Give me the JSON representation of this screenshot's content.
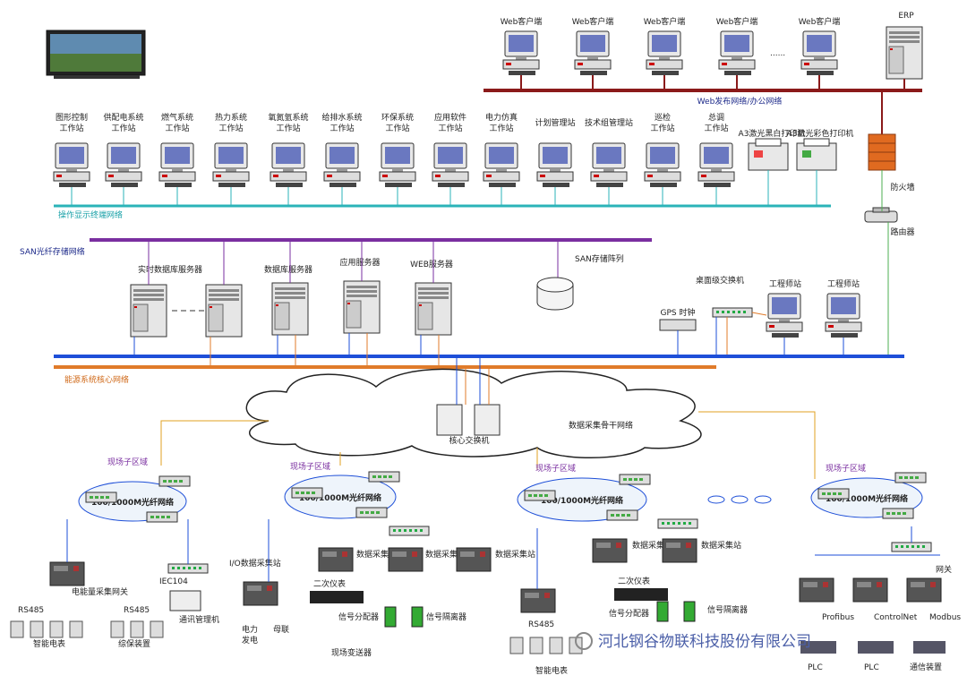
{
  "networks": {
    "web": "Web发布网络/办公网络",
    "operator": "操作显示终端网络",
    "san": "SAN光纤存储网络",
    "core": "能源系统核心网络",
    "backbone": "数据采集骨干网络",
    "core_switch": "核心交换机"
  },
  "top": {
    "web_client": "Web客户端",
    "erp": "ERP",
    "firewall": "防火墙",
    "router": "路由器"
  },
  "workstations": [
    "图形控制工作站",
    "供配电系统工作站",
    "燃气系统工作站",
    "热力系统工作站",
    "氧氮氩系统工作站",
    "给排水系统工作站",
    "环保系统工作站",
    "应用软件工作站",
    "电力仿真工作站",
    "计划管理站",
    "技术组管理站",
    "巡检工作站",
    "总调工作站"
  ],
  "printers": [
    "A3激光黑白打印机",
    "A3激光彩色打印机"
  ],
  "servers": {
    "realtime": "实时数据库服务器",
    "db": "数据库服务器",
    "app": "应用服务器",
    "web": "WEB服务器",
    "san_array": "SAN存储阵列",
    "gps": "GPS 时钟",
    "desk_switch": "桌面级交换机",
    "engineer": "工程师站"
  },
  "field": {
    "zone": "现场子区域",
    "ring": "100/1000M光纤网络",
    "meter_gateway": "电能量采集网关",
    "rs485": "RS485",
    "smart_meter": "智能电表",
    "iec104": "IEC104",
    "comm_manager": "通讯管理机",
    "protection": "综保装置",
    "io_station": "I/O数据采集站",
    "power_labels": [
      "电力",
      "发电",
      "母联"
    ],
    "data_station": "数据采集站",
    "secondary": "二次仪表",
    "distributor": "信号分配器",
    "isolator": "信号隔离器",
    "transmitter": "现场变送器",
    "gateway": "网关",
    "profibus": "Profibus",
    "controlnet": "ControlNet",
    "modbus": "Modbus",
    "plc": "PLC",
    "comm_device": "通信装置"
  },
  "watermark": "河北钢谷物联科技股份有限公司",
  "colors": {
    "red": "#8b1a1a",
    "teal": "#2bb3b8",
    "purple": "#7a2fa0",
    "blue": "#1e4fd8",
    "orange": "#e07b2a",
    "green": "#4caf50"
  }
}
